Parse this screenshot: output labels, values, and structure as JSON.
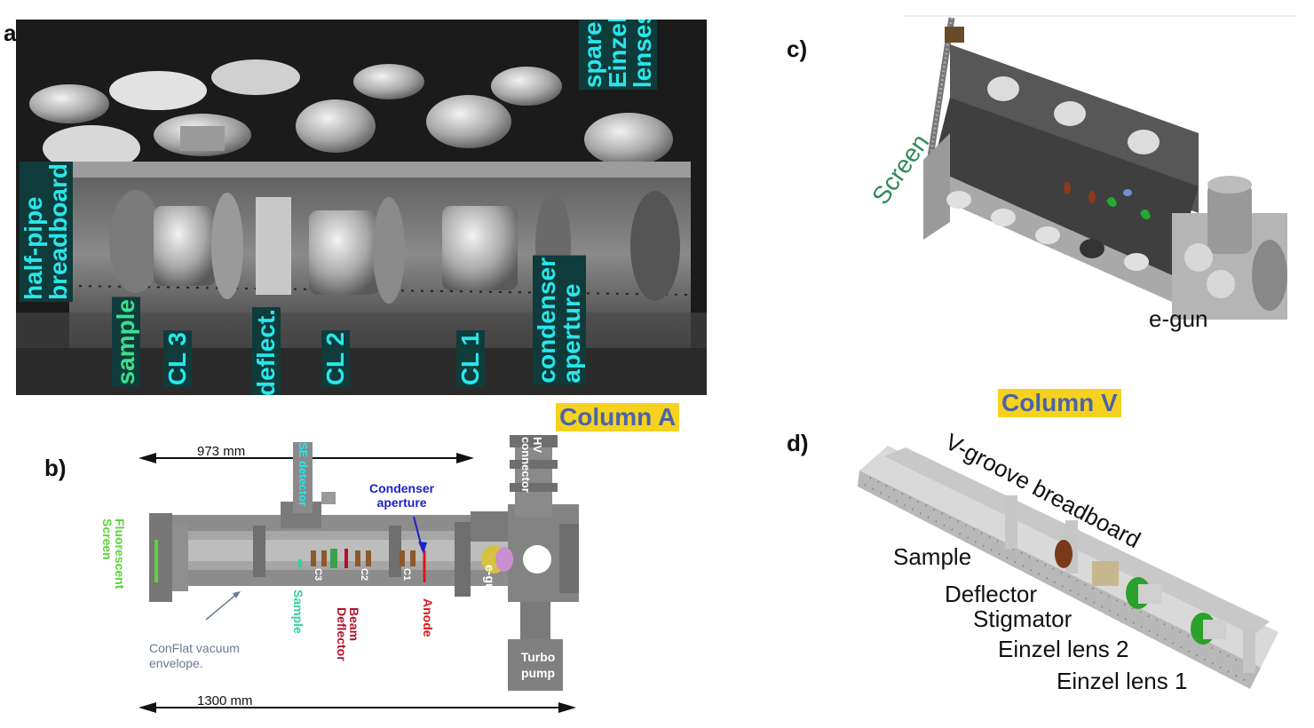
{
  "panels": {
    "a": "a)",
    "b": "b)",
    "c": "c)",
    "d": "d)"
  },
  "photo_labels": {
    "spare_lenses": "spare\nEinzel\nlenses",
    "half_pipe": "half-pipe\nbreadboard",
    "sample": "sample",
    "cl3": "CL 3",
    "deflect": "deflect.",
    "cl2": "CL 2",
    "cl1": "CL 1",
    "condenser": "condenser\naperture"
  },
  "column_a": "Column A",
  "column_v": "Column V",
  "schematic": {
    "dim_top": "973 mm",
    "dim_bottom": "1300 mm",
    "se_detector": "SE detector",
    "hv_connector": "HV\nconnector",
    "condenser_aperture": "Condenser\naperture",
    "fluorescent_screen": "Fluorescent\nScreen",
    "conflat": "ConFlat vacuum\nenvelope.",
    "sample": "Sample",
    "beam_deflector": "Beam\nDeflector",
    "anode": "Anode",
    "e_gun": "e-gun",
    "turbo_pump": "Turbo\npump",
    "c3": "C3",
    "c2": "C2",
    "c1": "C1"
  },
  "cad_c": {
    "screen": "Screen",
    "e_gun": "e-gun"
  },
  "cad_d": {
    "vgroove": "V-groove breadboard",
    "sample": "Sample",
    "deflector": "Deflector",
    "stigmator": "Stigmator",
    "einzel2": "Einzel lens 2",
    "einzel1": "Einzel lens 1"
  },
  "colors": {
    "label_cyan": "#29e6ea",
    "label_green": "#3ae08c",
    "label_bg": "#0f3b3b",
    "badge_yellow": "#f6d21f",
    "badge_text": "#4b64a8",
    "screen_green": "#2e8b57",
    "condenser_blue": "#1a22c8",
    "deflector_red": "#b3122d",
    "anode_red": "#e0151b",
    "fluor_green": "#5ad43a",
    "sample_teal": "#31d0a0",
    "conflat_gray": "#6a7a90"
  }
}
